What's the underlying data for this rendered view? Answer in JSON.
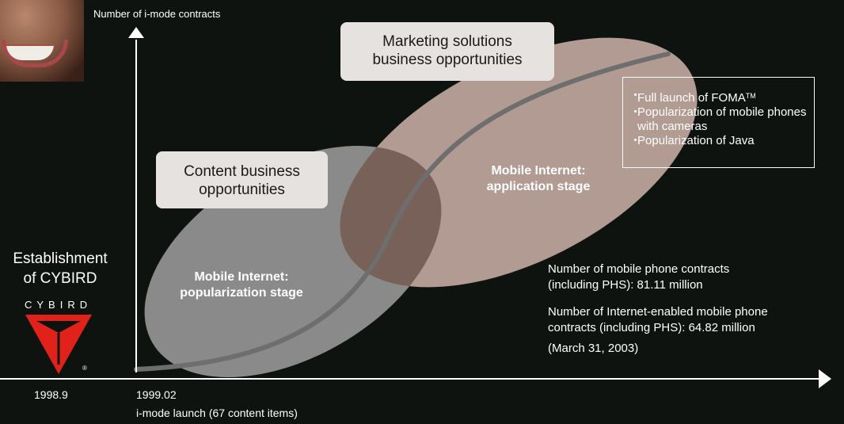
{
  "y_axis_label": "Number of i-mode contracts",
  "callouts": {
    "marketing": [
      "Marketing solutions",
      "business opportunities"
    ],
    "content": [
      "Content business",
      "opportunities"
    ]
  },
  "stages": {
    "popularization": [
      "Mobile Internet:",
      "popularization stage"
    ],
    "application": [
      "Mobile Internet:",
      "application stage"
    ]
  },
  "features": [
    {
      "text": "Full launch of FOMA",
      "sup": "TM"
    },
    {
      "text": "Popularization of mobile phones with cameras",
      "sup": ""
    },
    {
      "text": "Popularization of Java",
      "sup": ""
    }
  ],
  "feature_bullet": "・",
  "stats": {
    "mobile_contracts": [
      "Number of mobile phone contracts",
      "(including PHS): 81.11 million"
    ],
    "internet_contracts": [
      "Number of Internet-enabled mobile phone",
      "contracts (including PHS): 64.82 million"
    ],
    "as_of": "(March 31, 2003)"
  },
  "establishment": [
    "Establishment",
    "of CYBIRD"
  ],
  "brand_name": "CYBIRD",
  "registered_mark": "®",
  "x_labels": {
    "establishment_date": "1998.9",
    "launch_date": "1999.02",
    "launch_note": "i-mode launch (67 content items)"
  },
  "colors": {
    "background": "#0f130f",
    "curve": "#6e6e6e",
    "left_ellipse": "#8a8a8a",
    "right_ellipse": "#b29b93",
    "overlap": "#776158",
    "logo_red": "#e0221a",
    "callout_fill": "#e6e2e0"
  }
}
